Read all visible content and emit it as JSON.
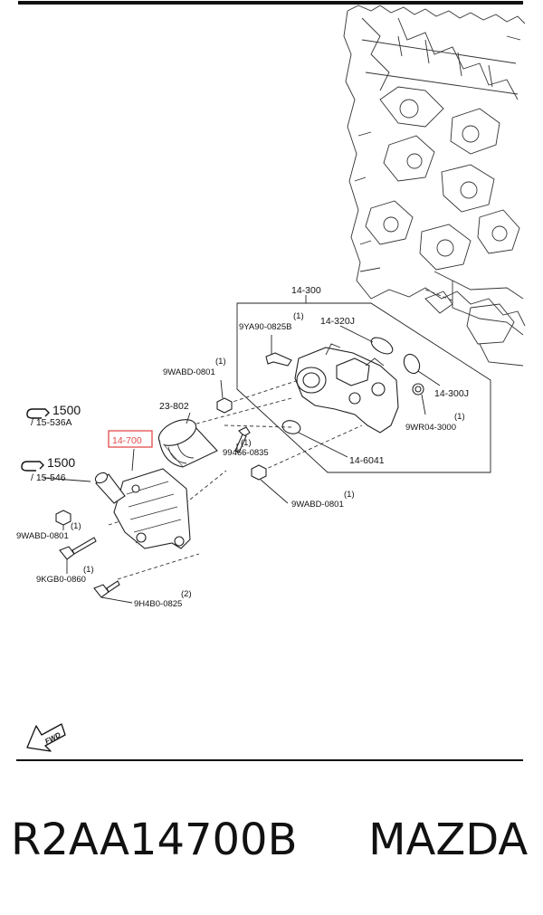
{
  "diagram": {
    "labels": {
      "group_14_300": "14-300",
      "qty_9ya90": "(1)",
      "part_9ya90": "9YA90-0825B",
      "part_14_320j": "14-320J",
      "qty_9wabd_top": "(1)",
      "part_9wabd_top": "9WABD-0801",
      "part_23_802": "23-802",
      "part_14_300j": "14-300J",
      "qty_9wr04": "(1)",
      "part_9wr04": "9WR04-3000",
      "ref_1500_a": "1500",
      "ref_15_536a": "/ 15-536A",
      "part_14_700": "14-700",
      "qty_99466": "(1)",
      "part_99466": "99466-0835",
      "part_14_6041": "14-6041",
      "ref_1500_b": "1500",
      "ref_15_546": "/ 15-546",
      "qty_9wabd_mid": "(1)",
      "part_9wabd_mid": "9WABD-0801",
      "qty_9wabd_left": "(1)",
      "part_9wabd_left": "9WABD-0801",
      "qty_9kgb0": "(1)",
      "part_9kgb0": "9KGB0-0860",
      "qty_9h4b0": "(2)",
      "part_9h4b0": "9H4B0-0825",
      "fwd": "FWD"
    },
    "highlight_color": "#e34a4a"
  },
  "caption": {
    "part_number": "R2AA14700B",
    "brand": "MAZDA"
  }
}
